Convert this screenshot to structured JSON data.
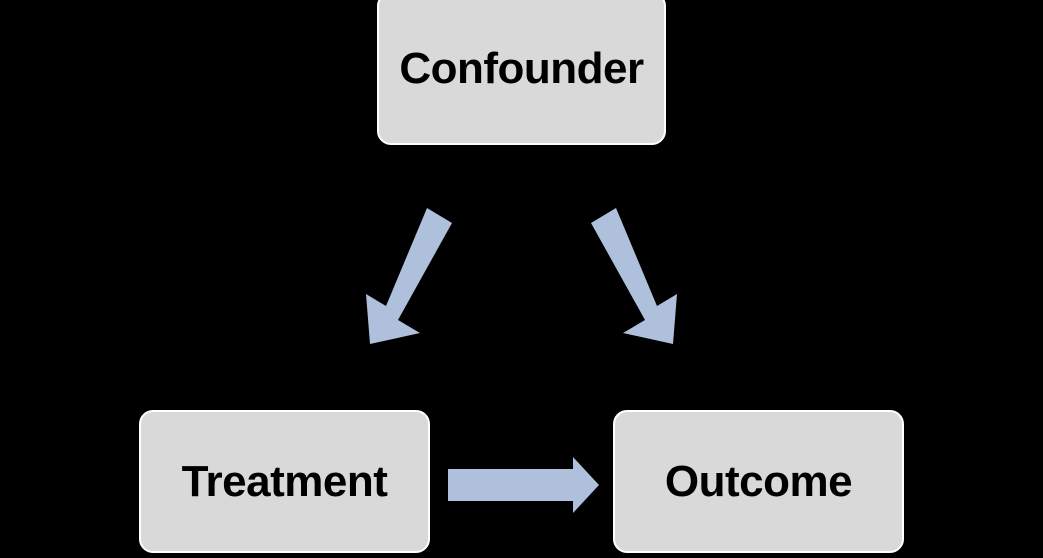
{
  "diagram": {
    "type": "causal-dag",
    "background_color": "#000000",
    "node_fill_color": "#d9d9d9",
    "node_border_color": "#ffffff",
    "node_text_color": "#000000",
    "arrow_color": "#aec0dc",
    "nodes": [
      {
        "id": "confounder",
        "label": "Confounder"
      },
      {
        "id": "treatment",
        "label": "Treatment"
      },
      {
        "id": "outcome",
        "label": "Outcome"
      }
    ],
    "edges": [
      {
        "id": "confounder-to-treatment",
        "from": "Confounder",
        "to": "Treatment",
        "direction": "down-left"
      },
      {
        "id": "confounder-to-outcome",
        "from": "Confounder",
        "to": "Outcome",
        "direction": "down-right"
      },
      {
        "id": "treatment-to-outcome",
        "from": "Treatment",
        "to": "Outcome",
        "direction": "right"
      }
    ]
  }
}
